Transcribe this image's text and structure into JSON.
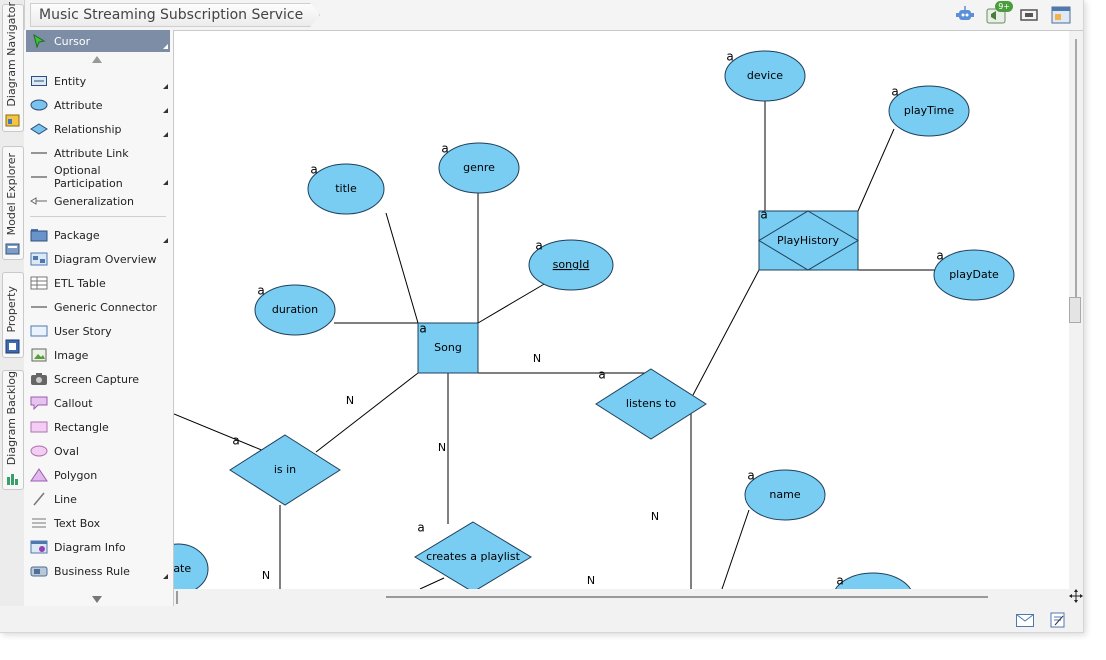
{
  "header": {
    "breadcrumb": "Music Streaming Subscription Service",
    "notification_badge": "9+",
    "icons": [
      "robot-icon",
      "megaphone-icon",
      "fit-screen-icon",
      "layout-icon"
    ]
  },
  "side_tabs": [
    {
      "label": "Diagram Navigator",
      "icon": "navigator-icon"
    },
    {
      "label": "Model Explorer",
      "icon": "explorer-icon"
    },
    {
      "label": "Property",
      "icon": "property-icon"
    },
    {
      "label": "Diagram Backlog",
      "icon": "backlog-icon"
    }
  ],
  "palette": {
    "items": [
      {
        "label": "Cursor",
        "icon": "cursor-icon",
        "has_menu": true,
        "selected": true
      },
      {
        "label": "Entity",
        "icon": "entity-icon",
        "has_menu": true
      },
      {
        "label": "Attribute",
        "icon": "attribute-icon",
        "has_menu": true
      },
      {
        "label": "Relationship",
        "icon": "relationship-icon",
        "has_menu": true
      },
      {
        "label": "Attribute Link",
        "icon": "attribute-link-icon",
        "has_menu": false
      },
      {
        "label": "Optional Participation",
        "icon": "optional-participation-icon",
        "has_menu": true
      },
      {
        "label": "Generalization",
        "icon": "generalization-icon",
        "has_menu": false
      },
      {
        "label": "Package",
        "icon": "package-icon",
        "has_menu": true
      },
      {
        "label": "Diagram Overview",
        "icon": "diagram-overview-icon",
        "has_menu": false
      },
      {
        "label": "ETL Table",
        "icon": "etl-table-icon",
        "has_menu": false
      },
      {
        "label": "Generic Connector",
        "icon": "generic-connector-icon",
        "has_menu": false
      },
      {
        "label": "User Story",
        "icon": "user-story-icon",
        "has_menu": false
      },
      {
        "label": "Image",
        "icon": "image-icon",
        "has_menu": false
      },
      {
        "label": "Screen Capture",
        "icon": "screen-capture-icon",
        "has_menu": false
      },
      {
        "label": "Callout",
        "icon": "callout-icon",
        "has_menu": false
      },
      {
        "label": "Rectangle",
        "icon": "rectangle-icon",
        "has_menu": false
      },
      {
        "label": "Oval",
        "icon": "oval-icon",
        "has_menu": false
      },
      {
        "label": "Polygon",
        "icon": "polygon-icon",
        "has_menu": false
      },
      {
        "label": "Line",
        "icon": "line-icon",
        "has_menu": false
      },
      {
        "label": "Text Box",
        "icon": "text-box-icon",
        "has_menu": false
      },
      {
        "label": "Diagram Info",
        "icon": "diagram-info-icon",
        "has_menu": false
      },
      {
        "label": "Business Rule",
        "icon": "business-rule-icon",
        "has_menu": true
      }
    ]
  },
  "diagram": {
    "entities": [
      {
        "name": "Song"
      },
      {
        "name": "PlayHistory",
        "weak": true
      }
    ],
    "attributes": [
      "title",
      "genre",
      "songId",
      "duration",
      "device",
      "playTime",
      "playDate",
      "name",
      "Date"
    ],
    "key_attribute": "songId",
    "relationships": [
      "listens to",
      "is in",
      "creates a playlist"
    ],
    "marker_a": "a",
    "cardinality_n": "N"
  },
  "colors": {
    "shape_fill": "#79ccf2",
    "shape_stroke": "#1f3f5a",
    "selected_palette": "#7c8da5"
  },
  "status_icons": [
    "mail-icon",
    "note-icon"
  ]
}
